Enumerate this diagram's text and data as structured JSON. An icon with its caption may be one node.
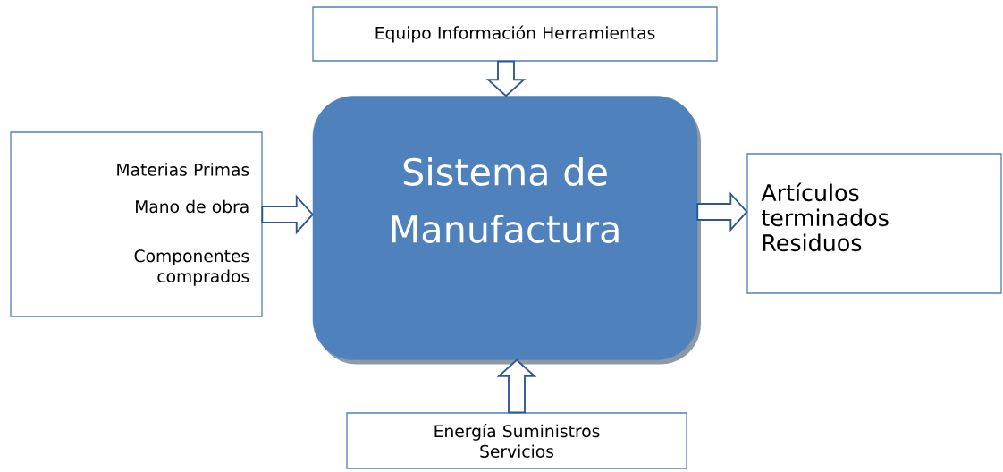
{
  "diagram": {
    "nodes": [
      {
        "text": [
          "Equipo Información Herramientas"
        ]
      },
      {
        "text": [
          "Materias Primas",
          "Mano de obra",
          "Componentes comprados"
        ]
      },
      {
        "text": [
          "Sistema de Manufactura"
        ]
      },
      {
        "text": [
          "Artículos terminados",
          "Residuos"
        ]
      },
      {
        "text": [
          "Energía Suministros Servicios"
        ]
      }
    ],
    "edges": [
      {
        "from": 0,
        "to": 2,
        "arrow": "to"
      },
      {
        "from": 1,
        "to": 2,
        "arrow": "to"
      },
      {
        "from": 2,
        "to": 3,
        "arrow": "to"
      },
      {
        "from": 4,
        "to": 2,
        "arrow": "to"
      }
    ]
  }
}
